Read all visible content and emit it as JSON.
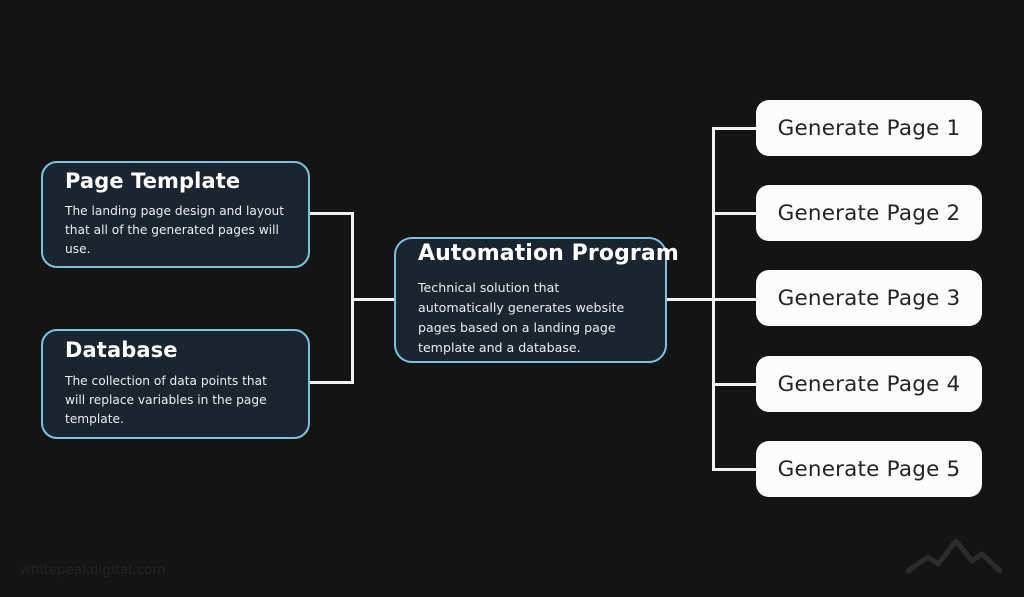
{
  "diagram": {
    "background_color": "#141414",
    "accent_color": "#7cc3e2",
    "node_fill_color": "#1b2530",
    "line_color": "#f2f2f2",
    "pill_fill_color": "#fcfcfc",
    "inputs": [
      {
        "id": "page-template",
        "title": "Page Template",
        "desc": "The landing page design and layout that all of the generated pages will use."
      },
      {
        "id": "database",
        "title": "Database",
        "desc": "The collection of data points that will replace variables in the page template."
      }
    ],
    "process": {
      "id": "automation-program",
      "title": "Automation Program",
      "desc": "Technical solution that automatically generates website pages based on a landing page template and a database."
    },
    "outputs": [
      {
        "id": "generate-page-1",
        "label": "Generate Page 1"
      },
      {
        "id": "generate-page-2",
        "label": "Generate Page 2"
      },
      {
        "id": "generate-page-3",
        "label": "Generate Page 3"
      },
      {
        "id": "generate-page-4",
        "label": "Generate Page 4"
      },
      {
        "id": "generate-page-5",
        "label": "Generate Page 5"
      }
    ]
  },
  "branding": {
    "watermark": "whitepeakdigital.com",
    "logo_icon": "mountain-peak-icon"
  }
}
